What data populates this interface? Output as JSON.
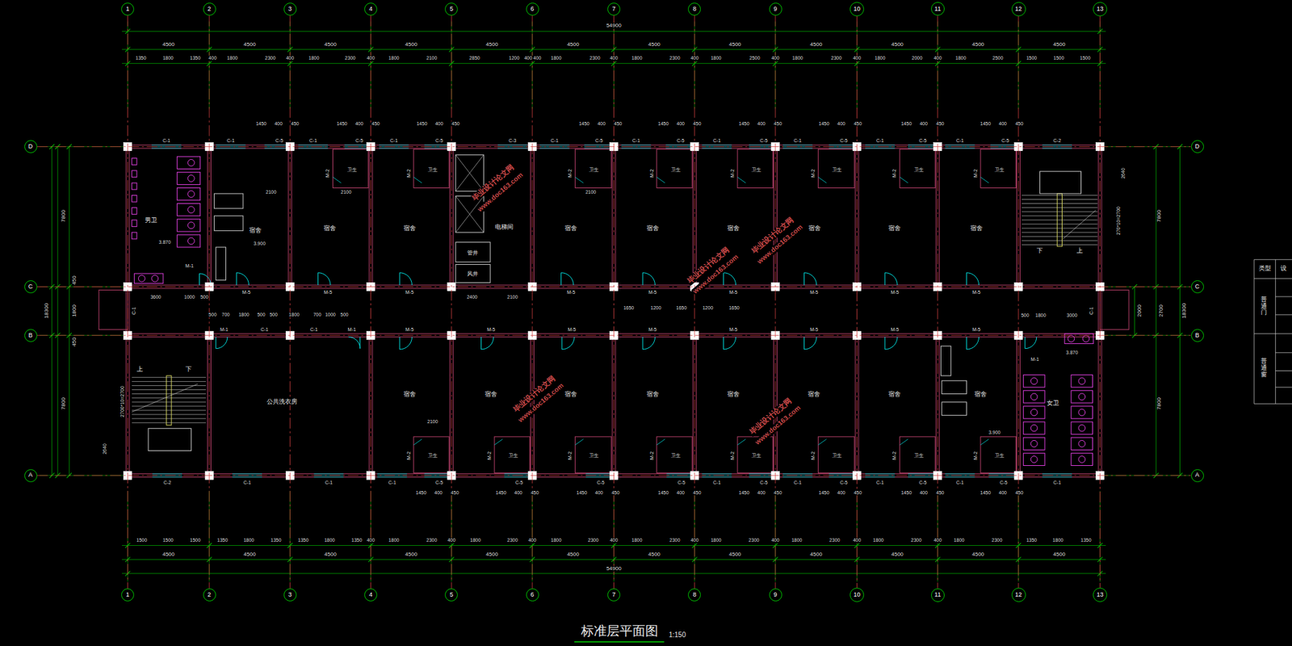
{
  "diagram": {
    "title": "标准层平面图",
    "nodes": [
      {
        "text": [
          "1"
        ]
      },
      {
        "text": [
          "2"
        ]
      },
      {
        "text": [
          "3"
        ]
      },
      {
        "text": [
          "4"
        ]
      },
      {
        "text": [
          "5"
        ]
      },
      {
        "text": [
          "6"
        ]
      },
      {
        "text": [
          "7"
        ]
      },
      {
        "text": [
          "8"
        ]
      },
      {
        "text": [
          "9"
        ]
      },
      {
        "text": [
          "10"
        ]
      },
      {
        "text": [
          "11"
        ]
      },
      {
        "text": [
          "12"
        ]
      },
      {
        "text": [
          "13"
        ]
      },
      {
        "text": [
          "D"
        ]
      },
      {
        "text": [
          "D"
        ]
      },
      {
        "text": [
          "C"
        ]
      },
      {
        "text": [
          "C"
        ]
      },
      {
        "text": [
          "B"
        ]
      },
      {
        "text": [
          "B"
        ]
      },
      {
        "text": [
          "A"
        ]
      },
      {
        "text": [
          "A"
        ]
      },
      {
        "text": [
          "1"
        ]
      },
      {
        "text": [
          "2"
        ]
      },
      {
        "text": [
          "3"
        ]
      },
      {
        "text": [
          "4"
        ]
      },
      {
        "text": [
          "5"
        ]
      },
      {
        "text": [
          "6"
        ]
      },
      {
        "text": [
          "7"
        ]
      },
      {
        "text": [
          "8"
        ]
      },
      {
        "text": [
          "9"
        ]
      },
      {
        "text": [
          "10"
        ]
      },
      {
        "text": [
          "11"
        ]
      },
      {
        "text": [
          "12"
        ]
      },
      {
        "text": [
          "13"
        ]
      }
    ],
    "edges": [
      {
        "from": 0,
        "to": 21,
        "arrow": "none"
      },
      {
        "from": 1,
        "to": 22,
        "arrow": "none"
      },
      {
        "from": 2,
        "to": 23,
        "arrow": "none"
      },
      {
        "from": 3,
        "to": 24,
        "arrow": "none"
      },
      {
        "from": 4,
        "to": 25,
        "arrow": "none"
      },
      {
        "from": 5,
        "to": 26,
        "arrow": "none"
      },
      {
        "from": 6,
        "to": 27,
        "arrow": "none"
      },
      {
        "from": 7,
        "to": 28,
        "arrow": "none"
      },
      {
        "from": 8,
        "to": 29,
        "arrow": "none"
      },
      {
        "from": 9,
        "to": 30,
        "arrow": "none"
      },
      {
        "from": 10,
        "to": 31,
        "arrow": "none"
      },
      {
        "from": 11,
        "to": 32,
        "arrow": "none"
      },
      {
        "from": 12,
        "to": 33,
        "arrow": "none"
      },
      {
        "from": 13,
        "to": 14,
        "arrow": "none"
      },
      {
        "from": 15,
        "to": 16,
        "arrow": "none"
      },
      {
        "from": 17,
        "to": 18,
        "arrow": "none"
      },
      {
        "from": 19,
        "to": 20,
        "arrow": "none"
      }
    ],
    "labels": [
      "54900",
      "4500",
      "4500",
      "4500",
      "4500",
      "4500",
      "4500",
      "4500",
      "4500",
      "4500",
      "4500",
      "4500",
      "4500",
      "1350",
      "1800",
      "1350",
      "400",
      "1800",
      "2300",
      "400",
      "1800",
      "2300",
      "400",
      "1800",
      "2100",
      "2850",
      "1200",
      "400",
      "400",
      "1800",
      "2300",
      "400",
      "1800",
      "2300",
      "400",
      "1800",
      "2500",
      "400",
      "1800",
      "2300",
      "400",
      "1800",
      "2000",
      "400",
      "1800",
      "2500",
      "1500",
      "1500",
      "1500",
      "1500",
      "1500",
      "1500",
      "1350",
      "1800",
      "1350",
      "1350",
      "1800",
      "1350",
      "400",
      "1800",
      "2300",
      "400",
      "1800",
      "2300",
      "400",
      "1800",
      "2300",
      "400",
      "1800",
      "2300",
      "400",
      "1800",
      "2300",
      "400",
      "1800",
      "2300",
      "400",
      "1800",
      "2300",
      "400",
      "1800",
      "2300",
      "1350",
      "1800",
      "1350",
      "4500",
      "4500",
      "4500",
      "4500",
      "4500",
      "4500",
      "4500",
      "4500",
      "4500",
      "4500",
      "4500",
      "4500",
      "54900",
      "7800",
      "450",
      "1800",
      "450",
      "7800",
      "18300",
      "7800",
      "2700",
      "7800",
      "18300",
      "2000",
      "1450",
      "400",
      "450",
      "1450",
      "400",
      "450",
      "1450",
      "400",
      "450",
      "1450",
      "400",
      "450",
      "1450",
      "400",
      "450",
      "1450",
      "400",
      "450",
      "1450",
      "400",
      "450",
      "1450",
      "400",
      "450",
      "1450",
      "400",
      "450",
      "1450",
      "400",
      "450",
      "1450",
      "400",
      "450",
      "1450",
      "400",
      "450",
      "1450",
      "400",
      "450",
      "1450",
      "400",
      "450",
      "1450",
      "400",
      "450",
      "1450",
      "400",
      "450",
      "1450",
      "400",
      "450",
      "2100",
      "2100",
      "2100",
      "2100",
      "3600",
      "1000",
      "500",
      "2400",
      "2100",
      "1650",
      "1200",
      "1650",
      "1200",
      "1650",
      "500",
      "700",
      "1800",
      "500",
      "500",
      "1800",
      "700",
      "1000",
      "500",
      "500",
      "1800",
      "3000",
      "3.870",
      "3.900",
      "3.870",
      "3.900",
      "2700*10=2700",
      "2640",
      "270*10=2700",
      "2640",
      "上",
      "下",
      "下",
      "上",
      "男卫",
      "宿舍",
      "宿舍",
      "宿舍",
      "宿舍",
      "宿舍",
      "宿舍",
      "宿舍",
      "宿舍",
      "宿舍",
      "电梯间",
      "管井",
      "风井",
      "公共洗衣房",
      "宿舍",
      "宿舍",
      "宿舍",
      "宿舍",
      "宿舍",
      "宿舍",
      "宿舍",
      "宿舍",
      "女卫",
      "卫生",
      "卫生",
      "卫生",
      "卫生",
      "卫生",
      "卫生",
      "卫生",
      "卫生",
      "M-2",
      "M-2",
      "M-2",
      "M-2",
      "M-2",
      "M-2",
      "M-2",
      "M-2",
      "卫生",
      "卫生",
      "卫生",
      "卫生",
      "卫生",
      "卫生",
      "卫生",
      "卫生",
      "M-2",
      "M-2",
      "M-2",
      "M-2",
      "M-2",
      "M-2",
      "M-2",
      "M-2",
      "M-5",
      "M-5",
      "M-5",
      "M-5",
      "M-5",
      "M-5",
      "M-5",
      "M-5",
      "M-5",
      "M-1",
      "M-1",
      "C-1",
      "C-1",
      "M-1",
      "M-5",
      "M-5",
      "M-5",
      "M-5",
      "M-5",
      "M-5",
      "M-5",
      "M-5",
      "M-1",
      "C-1",
      "C-1",
      "C-1",
      "C-1",
      "C-5",
      "C-1",
      "C-5",
      "C-1",
      "C-5",
      "C-3",
      "C-1",
      "C-5",
      "C-1",
      "C-5",
      "C-1",
      "C-5",
      "C-1",
      "C-5",
      "C-1",
      "C-5",
      "C-1",
      "C-5",
      "C-2",
      "C-2",
      "C-1",
      "C-1",
      "C-1",
      "C-5",
      "C-5",
      "C-5",
      "C-5",
      "C-1",
      "C-5",
      "C-1",
      "C-5",
      "C-1",
      "C-5",
      "C-1",
      "C-5",
      "C-1",
      "1:150",
      "类型",
      "设",
      "普通门",
      "普通窗",
      "毕业设计论文网",
      "www.doc163.com",
      "毕业设计论文网",
      "www.doc163.com",
      "毕业设计论文网",
      "www.doc163.com",
      "毕业设计论文网",
      "www.doc163.com",
      "毕业设计论文网",
      "www.doc163.com"
    ]
  }
}
